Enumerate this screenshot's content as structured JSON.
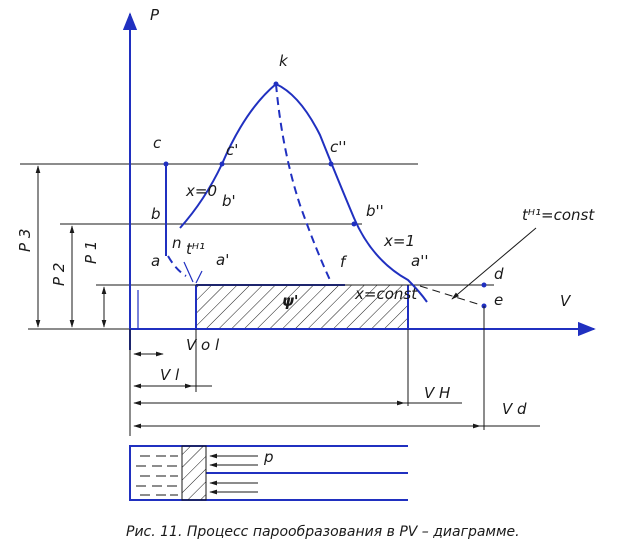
{
  "axis": {
    "p_label": "P",
    "v_label": "V"
  },
  "points": {
    "c": "c",
    "b": "b",
    "a": "a",
    "c1": "c'",
    "b1": "b'",
    "a1": "a'",
    "k": "k",
    "c2": "c''",
    "b2": "b''",
    "a2": "a''",
    "f": "f",
    "d": "d",
    "e": "e",
    "n": "n"
  },
  "curve_labels": {
    "x0": "x=0",
    "x1": "x=1",
    "xconst": "x=const",
    "t_const": "tᴴ¹=const",
    "t_h1": "tᴴ¹",
    "psi": "ψ'"
  },
  "pressures": {
    "p3": "P 3",
    "p2": "P 2",
    "p1": "P 1"
  },
  "volumes": {
    "vol": "V o l",
    "vl": "V l",
    "vh": "V H",
    "vd": "V d"
  },
  "piston": {
    "p_label": "p"
  },
  "caption": "Рис. 11. Процесс парообразования в PV – диаграмме."
}
